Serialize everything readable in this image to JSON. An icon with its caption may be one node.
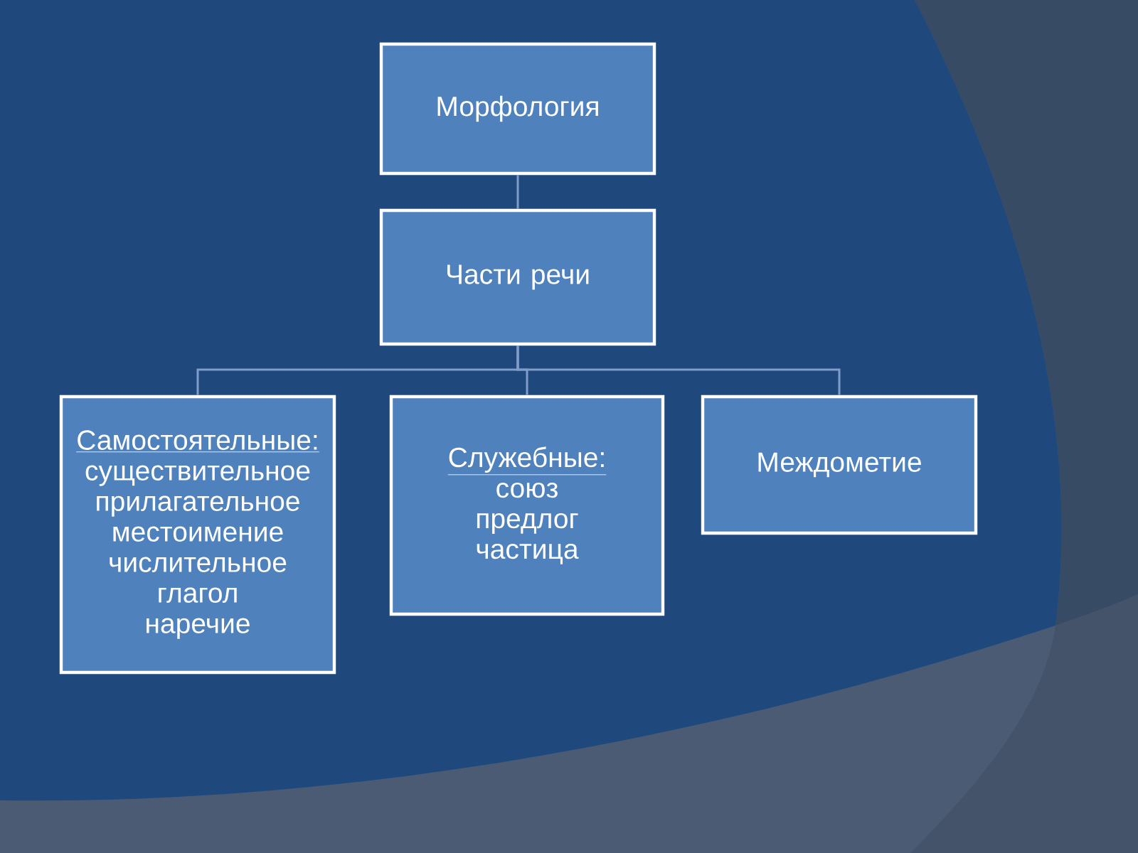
{
  "diagram": {
    "nodes": [
      {
        "text": [
          "Морфология"
        ]
      },
      {
        "text": [
          "Части речи"
        ]
      },
      {
        "text": [
          "Самостоятельные:",
          "существительное",
          "прилагательное",
          "местоимение",
          "числительное",
          "глагол",
          "наречие"
        ]
      },
      {
        "text": [
          "Служебные:",
          "союз",
          "предлог",
          "частица"
        ]
      },
      {
        "text": [
          "Междометие"
        ]
      }
    ],
    "edges": [
      {
        "from": 0,
        "to": 1,
        "arrow": "none"
      },
      {
        "from": 1,
        "to": 2,
        "arrow": "none"
      },
      {
        "from": 1,
        "to": 3,
        "arrow": "none"
      },
      {
        "from": 1,
        "to": 4,
        "arrow": "none"
      }
    ]
  }
}
